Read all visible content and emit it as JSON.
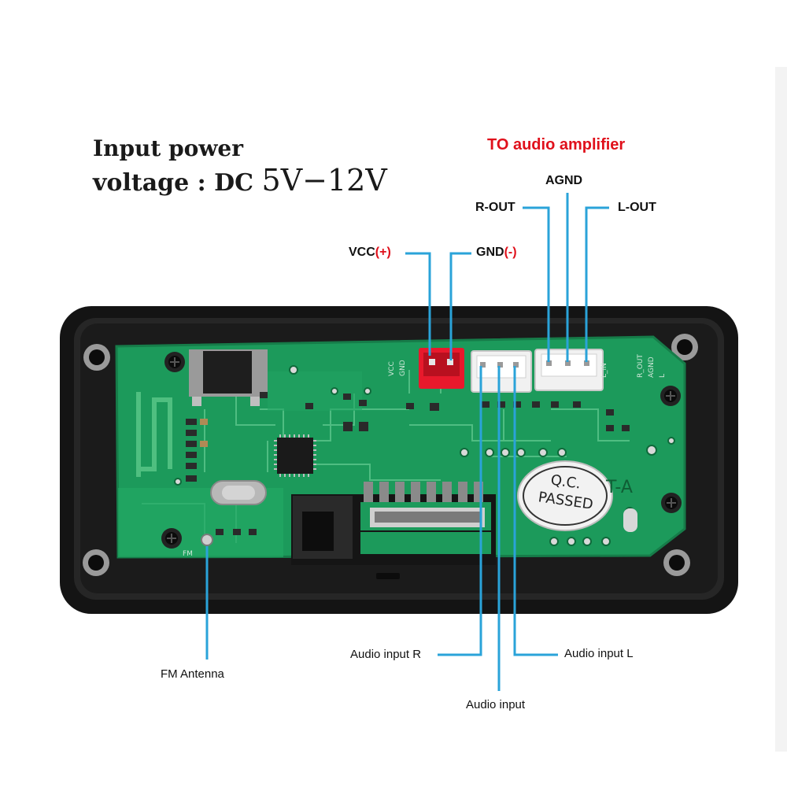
{
  "title": {
    "line1": "Input power",
    "line2_prefix": "voltage : DC",
    "line2_value": "5V−12V"
  },
  "amplifier_title": "TO audio amplifier",
  "labels": {
    "agnd": "AGND",
    "r_out": "R-OUT",
    "l_out": "L-OUT",
    "vcc": "VCC",
    "vcc_sign": "(+)",
    "gnd": "GND",
    "gnd_sign": "(-)",
    "audio_input_r": "Audio input R",
    "audio_input_l": "Audio input L",
    "audio_input": "Audio input",
    "fm_antenna": "FM Antenna"
  },
  "board_silkscreen": {
    "power_vcc": "VCC",
    "power_gnd": "GND",
    "out_l_in": "L_IN",
    "out_r_out": "R_OUT",
    "out_agnd": "AGND",
    "out_l": "L",
    "fm": "FM",
    "model": "T-A",
    "qc_line1": "Q.C.",
    "qc_line2": "PASSED"
  },
  "colors": {
    "leader_line": "#2aa3d9",
    "label_accent": "#e0101b",
    "pcb": "#1c9a5b",
    "frame": "#1a1a1a"
  }
}
